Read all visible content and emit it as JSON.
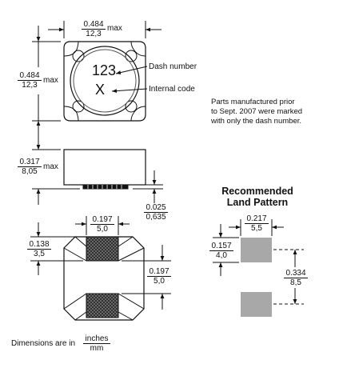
{
  "top_view": {
    "width_in": "0.484",
    "width_mm": "12,3",
    "width_suffix": "max",
    "height_in": "0.484",
    "height_mm": "12,3",
    "height_suffix": "max",
    "dash_number_value": "123",
    "internal_code_value": "X",
    "dash_number_label": "Dash number",
    "internal_code_label": "Internal code"
  },
  "note": {
    "line1": "Parts manufactured prior",
    "line2": "to Sept. 2007 were marked",
    "line3": "with only the dash number."
  },
  "side_view": {
    "height_in": "0.317",
    "height_mm": "8,05",
    "height_suffix": "max",
    "terminal_in": "0.025",
    "terminal_mm": "0,635"
  },
  "bottom_view": {
    "pad_width_in": "0.197",
    "pad_width_mm": "5,0",
    "pad_length_in": "0.138",
    "pad_length_mm": "3,5",
    "pad_gap_in": "0.197",
    "pad_gap_mm": "5,0"
  },
  "land_pattern": {
    "title_line1": "Recommended",
    "title_line2": "Land Pattern",
    "width_in": "0.217",
    "width_mm": "5,5",
    "pad_height_in": "0.157",
    "pad_height_mm": "4,0",
    "span_in": "0.334",
    "span_mm": "8,5"
  },
  "footer": {
    "text": "Dimensions are in",
    "unit_top": "inches",
    "unit_bottom": "mm"
  }
}
